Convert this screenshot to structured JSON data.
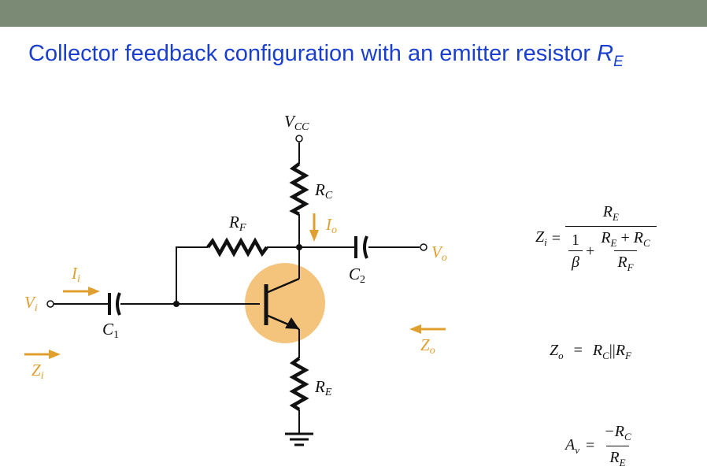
{
  "title": {
    "text": "Collector feedback configuration with an emitter resistor ",
    "symbol": "R",
    "symbol_sub": "E"
  },
  "circuit": {
    "labels": {
      "vcc": "V",
      "vcc_sub": "CC",
      "rc": "R",
      "rc_sub": "C",
      "rf": "R",
      "rf_sub": "F",
      "re": "R",
      "re_sub": "E",
      "c1": "C",
      "c1_sub": "1",
      "c2": "C",
      "c2_sub": "2",
      "vi": "V",
      "vi_sub": "i",
      "vo": "V",
      "vo_sub": "o",
      "ii": "I",
      "ii_sub": "i",
      "io": "I",
      "io_sub": "o",
      "zi": "Z",
      "zi_sub": "i",
      "zo": "Z",
      "zo_sub": "o"
    },
    "colors": {
      "wire": "#111111",
      "annotation": "#e0a030",
      "transistor_highlight": "#f4c47d"
    }
  },
  "equations": {
    "zi": {
      "lhs": "Z",
      "lhs_sub": "i",
      "eq": "=",
      "num": "R",
      "num_sub": "E",
      "den_one": "1",
      "den_beta": "β",
      "den_plus": "+",
      "den_num_a": "R",
      "den_num_a_sub": "E",
      "den_num_plus": "+",
      "den_num_b": "R",
      "den_num_b_sub": "C",
      "den_den": "R",
      "den_den_sub": "F"
    },
    "zo": {
      "lhs": "Z",
      "lhs_sub": "o",
      "eq": "=",
      "a": "R",
      "a_sub": "C",
      "par": "||",
      "b": "R",
      "b_sub": "F"
    },
    "av": {
      "lhs": "A",
      "lhs_sub": "v",
      "eq": "=",
      "num": "−R",
      "num_sub": "C",
      "den": "R",
      "den_sub": "E"
    }
  }
}
